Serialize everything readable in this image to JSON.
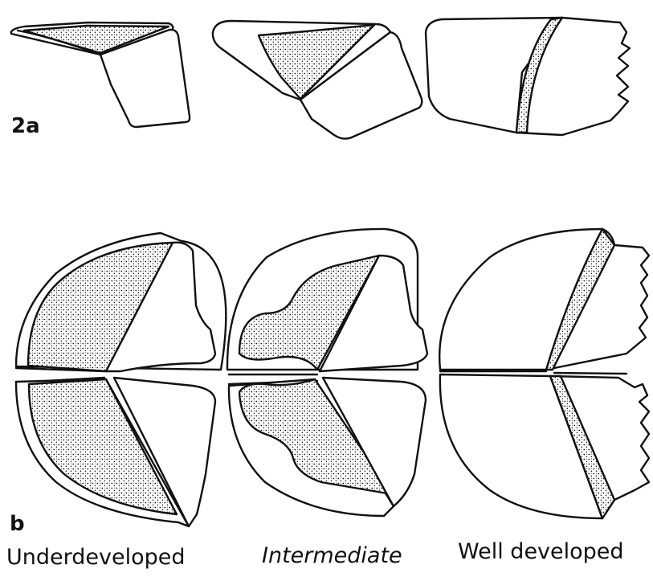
{
  "panels": {
    "a_label": "2a",
    "b_label": "b"
  },
  "stages": [
    {
      "label": "Underdeveloped"
    },
    {
      "label": "Intermediate"
    },
    {
      "label": "Well developed"
    }
  ]
}
